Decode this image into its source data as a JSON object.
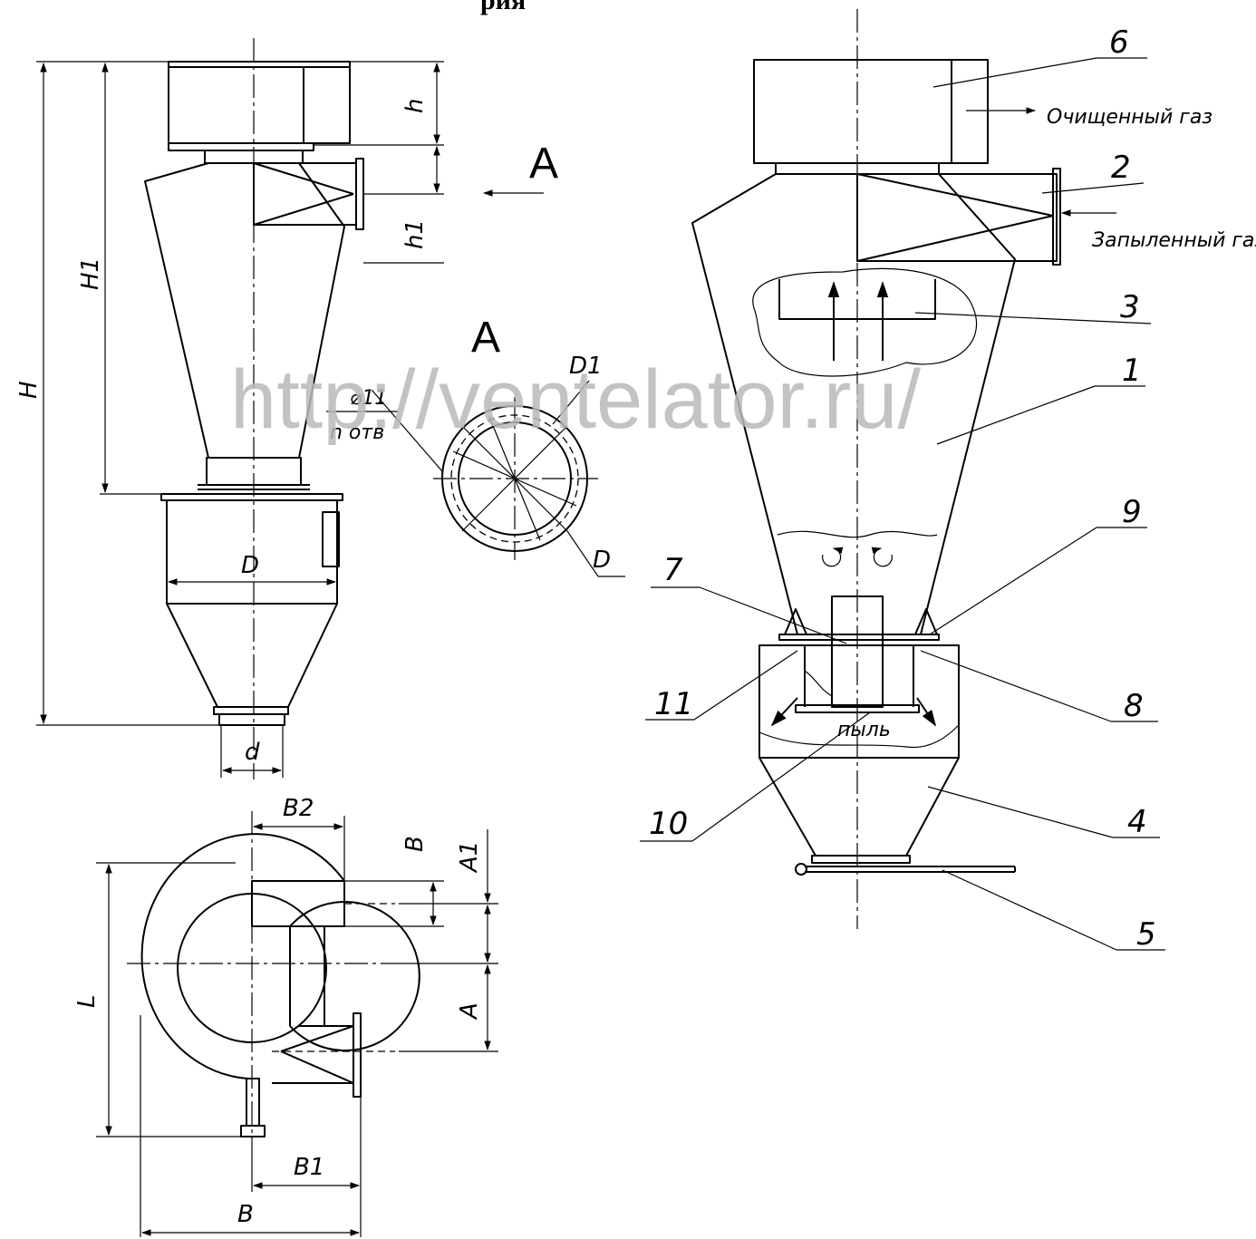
{
  "title_fragment": "рия",
  "watermark": "http://ventelator.ru/",
  "section_label": "А",
  "side_view_dims": {
    "H": "H",
    "H1": "H1",
    "h": "h",
    "h1": "h1",
    "D": "D",
    "d": "d"
  },
  "section_view": {
    "title": "А",
    "D1": "D1",
    "D": "D",
    "hole_dia": "⌀11",
    "hole_count": "n отв"
  },
  "plan_view_dims": {
    "B2": "B2",
    "B": "B",
    "A1": "A1",
    "L": "L",
    "A": "A",
    "B1": "B1",
    "B_total": "B"
  },
  "callouts": [
    "1",
    "2",
    "3",
    "4",
    "5",
    "6",
    "7",
    "8",
    "9",
    "10",
    "11"
  ],
  "flows": {
    "clean_gas": "Очищенный газ",
    "dusty_gas": "Запыленный газ",
    "dust": "пыль"
  }
}
